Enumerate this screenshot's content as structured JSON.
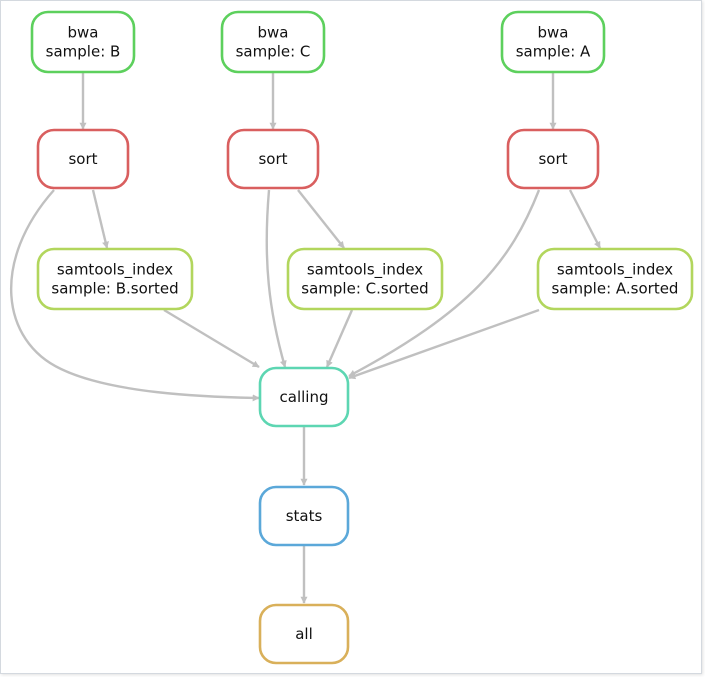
{
  "colors": {
    "bwa": "#5dd05d",
    "sort": "#d95f5f",
    "samtools_index": "#b2d65d",
    "calling": "#5dd6b2",
    "stats": "#5ba8d9",
    "all": "#d9b05a",
    "edge": "#c0c0c0"
  },
  "nodes": [
    {
      "id": "bwa_b",
      "kind": "bwa",
      "lines": [
        "bwa",
        "sample: B"
      ]
    },
    {
      "id": "bwa_c",
      "kind": "bwa",
      "lines": [
        "bwa",
        "sample: C"
      ]
    },
    {
      "id": "bwa_a",
      "kind": "bwa",
      "lines": [
        "bwa",
        "sample: A"
      ]
    },
    {
      "id": "sort_b",
      "kind": "sort",
      "lines": [
        "sort"
      ]
    },
    {
      "id": "sort_c",
      "kind": "sort",
      "lines": [
        "sort"
      ]
    },
    {
      "id": "sort_a",
      "kind": "sort",
      "lines": [
        "sort"
      ]
    },
    {
      "id": "idx_b",
      "kind": "samtools_index",
      "lines": [
        "samtools_index",
        "sample: B.sorted"
      ]
    },
    {
      "id": "idx_c",
      "kind": "samtools_index",
      "lines": [
        "samtools_index",
        "sample: C.sorted"
      ]
    },
    {
      "id": "idx_a",
      "kind": "samtools_index",
      "lines": [
        "samtools_index",
        "sample: A.sorted"
      ]
    },
    {
      "id": "calling",
      "kind": "calling",
      "lines": [
        "calling"
      ]
    },
    {
      "id": "stats",
      "kind": "stats",
      "lines": [
        "stats"
      ]
    },
    {
      "id": "all",
      "kind": "all",
      "lines": [
        "all"
      ]
    }
  ],
  "edges": [
    {
      "from": "bwa_b",
      "to": "sort_b"
    },
    {
      "from": "bwa_c",
      "to": "sort_c"
    },
    {
      "from": "bwa_a",
      "to": "sort_a"
    },
    {
      "from": "sort_b",
      "to": "idx_b"
    },
    {
      "from": "sort_c",
      "to": "idx_c"
    },
    {
      "from": "sort_a",
      "to": "idx_a"
    },
    {
      "from": "sort_b",
      "to": "calling"
    },
    {
      "from": "sort_c",
      "to": "calling"
    },
    {
      "from": "sort_a",
      "to": "calling"
    },
    {
      "from": "idx_b",
      "to": "calling"
    },
    {
      "from": "idx_c",
      "to": "calling"
    },
    {
      "from": "idx_a",
      "to": "calling"
    },
    {
      "from": "calling",
      "to": "stats"
    },
    {
      "from": "stats",
      "to": "all"
    }
  ]
}
